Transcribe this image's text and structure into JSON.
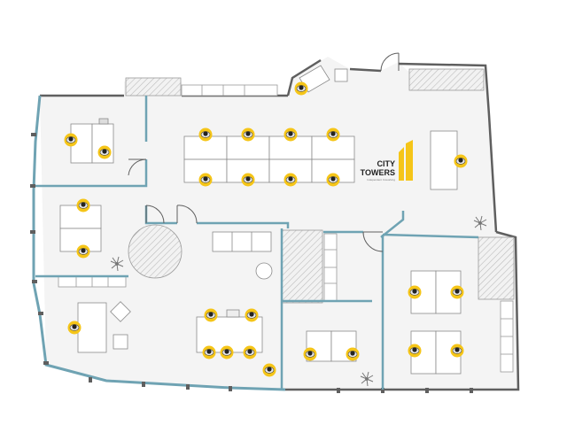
{
  "brand": {
    "line1": "CITY",
    "line2": "TOWERS",
    "tagline": "Independent Coworking",
    "accent": "#f5c518"
  },
  "colors": {
    "wall": "#5f5f5f",
    "glass": "#6fa3b3",
    "floor": "#f4f4f4",
    "desk": "#ffffff",
    "chair": "#f5c518",
    "person": "#222222",
    "hatch": "#cfcfcf"
  },
  "icons": [
    "plant-icon",
    "person-icon",
    "door-icon",
    "sofa-icon",
    "round-table-icon"
  ]
}
